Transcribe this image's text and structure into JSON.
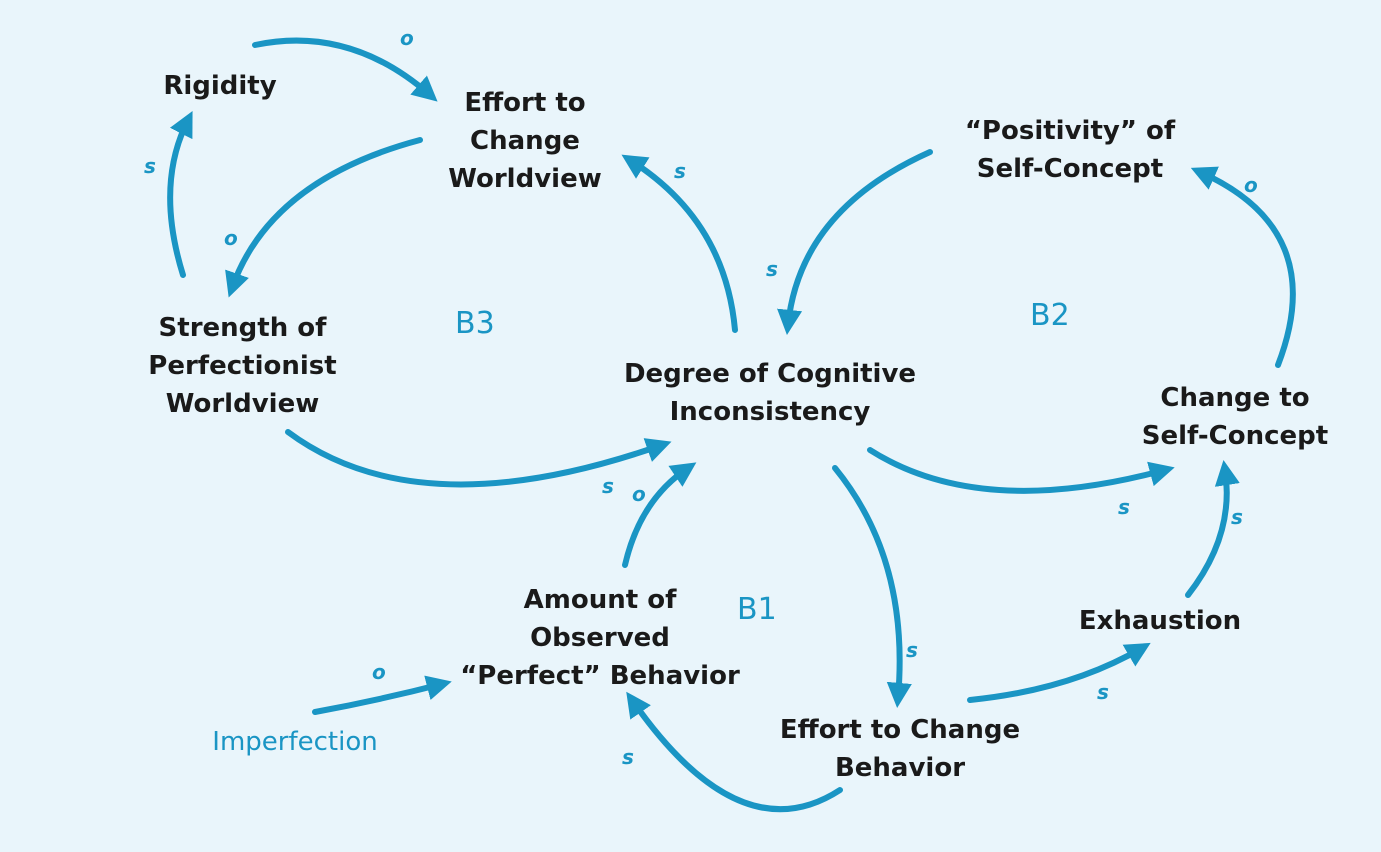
{
  "colors": {
    "arrow": "#1a95c4",
    "text": "#1a1a1a",
    "background": "#e9f5fb"
  },
  "nodes": {
    "rigidity": "Rigidity",
    "effort_worldview": "Effort to\nChange\nWorldview",
    "positivity": "“Positivity” of\nSelf-Concept",
    "strength": "Strength of\nPerfectionist\nWorldview",
    "cognitive": "Degree of Cognitive\nInconsistency",
    "change_self": "Change to\nSelf-Concept",
    "amount": "Amount of\nObserved\n“Perfect” Behavior",
    "exhaustion": "Exhaustion",
    "effort_behavior": "Effort to Change\nBehavior",
    "imperfection": "Imperfection"
  },
  "loops": {
    "b1": "B1",
    "b2": "B2",
    "b3": "B3"
  },
  "polarities": {
    "rigidity_to_effort": "o",
    "strength_to_rigidity": "s",
    "effort_to_strength": "o",
    "cognitive_to_effort": "s",
    "positivity_to_cognitive": "s",
    "change_to_positivity": "o",
    "strength_to_cognitive": "s",
    "amount_to_cognitive": "o",
    "cognitive_to_change": "s",
    "exhaustion_to_change": "s",
    "cognitive_to_effort_behavior": "s",
    "effort_behavior_to_exhaustion": "s",
    "effort_behavior_to_amount": "s",
    "imperfection_to_amount": "o"
  }
}
